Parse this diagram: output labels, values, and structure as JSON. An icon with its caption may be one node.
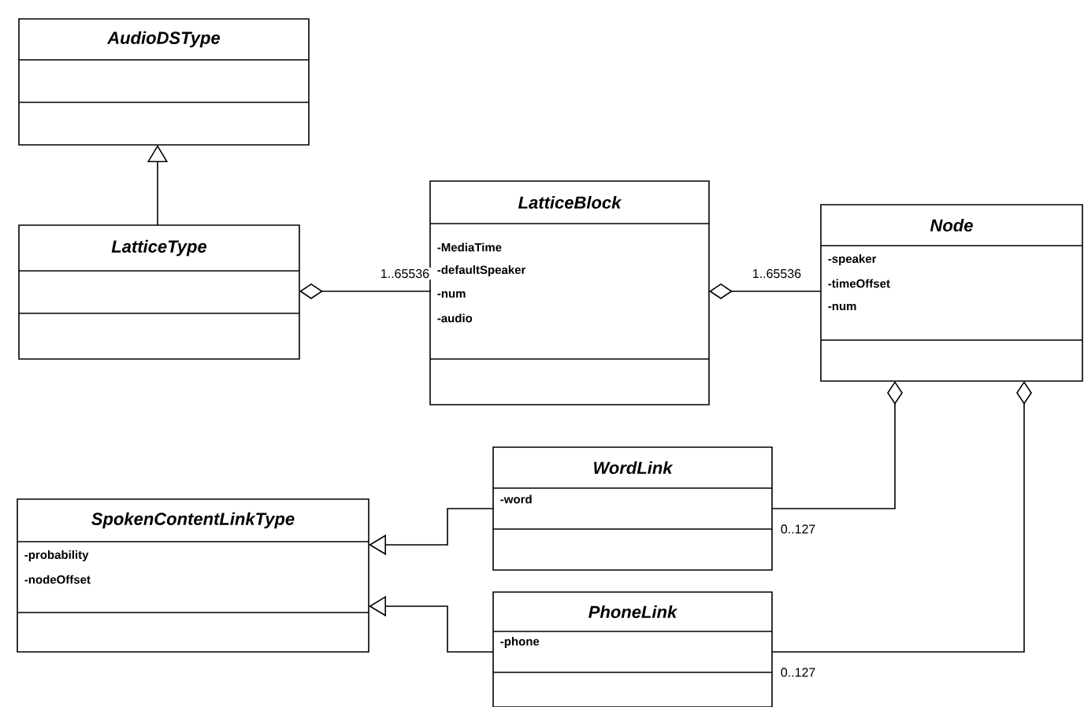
{
  "diagram": {
    "nodes": [
      {
        "text": [
          "AudioDSType"
        ]
      },
      {
        "text": [
          "LatticeType"
        ]
      },
      {
        "text": [
          "LatticeBlock",
          "-MediaTime",
          "-defaultSpeaker",
          "-num",
          "-audio"
        ]
      },
      {
        "text": [
          "Node",
          "-speaker",
          "-timeOffset",
          "-num"
        ]
      },
      {
        "text": [
          "WordLink",
          "-word"
        ]
      },
      {
        "text": [
          "SpokenContentLinkType",
          "-probability",
          "-nodeOffset"
        ]
      },
      {
        "text": [
          "PhoneLink",
          "-phone"
        ]
      }
    ],
    "edges": [
      {
        "from": 1,
        "to": 0,
        "arrow": "to"
      },
      {
        "from": 2,
        "to": 1,
        "arrow": "other",
        "label": "1..65536"
      },
      {
        "from": 3,
        "to": 2,
        "arrow": "other",
        "label": "1..65536"
      },
      {
        "from": 4,
        "to": 3,
        "arrow": "other",
        "label": "0..127"
      },
      {
        "from": 6,
        "to": 3,
        "arrow": "other",
        "label": "0..127"
      },
      {
        "from": 4,
        "to": 5,
        "arrow": "to"
      },
      {
        "from": 6,
        "to": 5,
        "arrow": "to"
      }
    ]
  }
}
